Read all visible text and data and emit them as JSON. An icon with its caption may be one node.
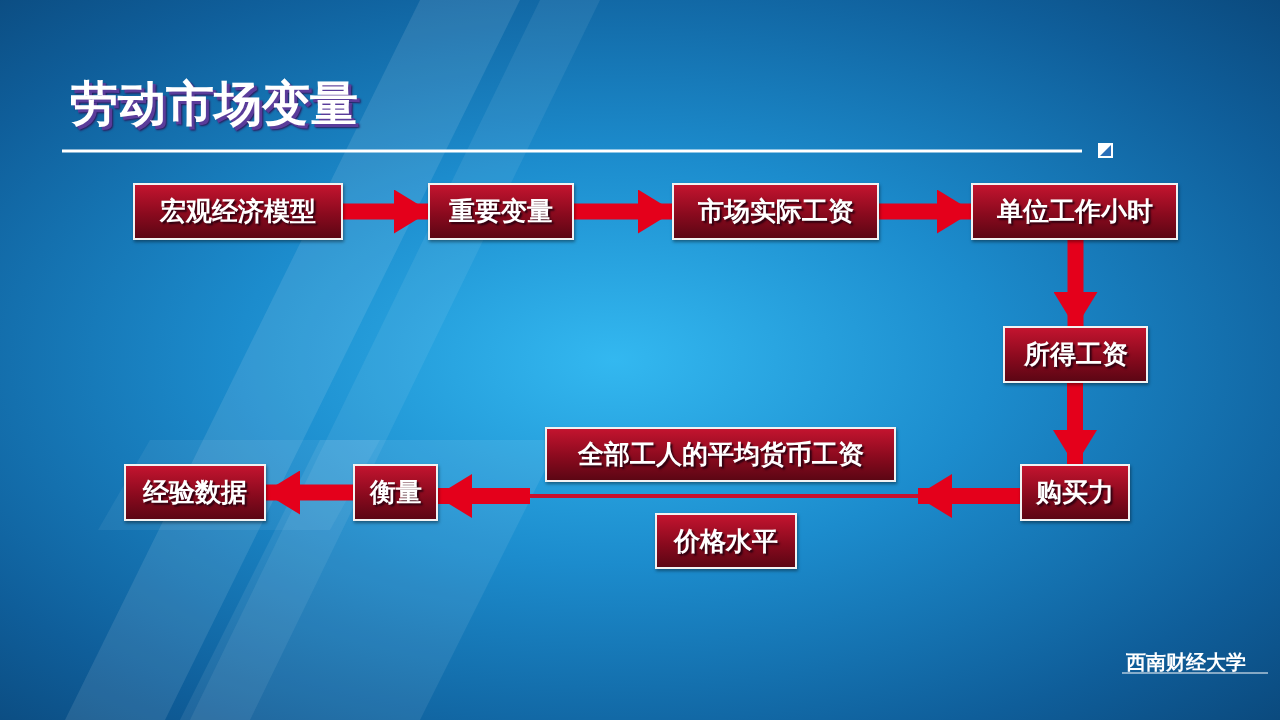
{
  "diagram": {
    "title": "劳动市场变量",
    "nodes": [
      {
        "text": [
          "宏观经济模型"
        ]
      },
      {
        "text": [
          "重要变量"
        ]
      },
      {
        "text": [
          "市场实际工资"
        ]
      },
      {
        "text": [
          "单位工作小时"
        ]
      },
      {
        "text": [
          "所得工资"
        ]
      },
      {
        "text": [
          "购买力"
        ]
      },
      {
        "text": [
          "全部工人的平均货币工资"
        ]
      },
      {
        "text": [],
        "shape": "bar"
      },
      {
        "text": [
          "价格水平"
        ]
      },
      {
        "text": [
          "衡量"
        ]
      },
      {
        "text": [
          "经验数据"
        ]
      }
    ],
    "edges": [
      {
        "from": 0,
        "to": 1,
        "arrow": "to"
      },
      {
        "from": 1,
        "to": 2,
        "arrow": "to"
      },
      {
        "from": 2,
        "to": 3,
        "arrow": "to"
      },
      {
        "from": 3,
        "to": 4,
        "arrow": "to"
      },
      {
        "from": 4,
        "to": 5,
        "arrow": "to"
      },
      {
        "from": 5,
        "to": 7,
        "arrow": "to"
      },
      {
        "from": 7,
        "to": 9,
        "arrow": "to"
      },
      {
        "from": 9,
        "to": 10,
        "arrow": "to"
      }
    ],
    "labels": [
      "西南财经大学"
    ]
  }
}
